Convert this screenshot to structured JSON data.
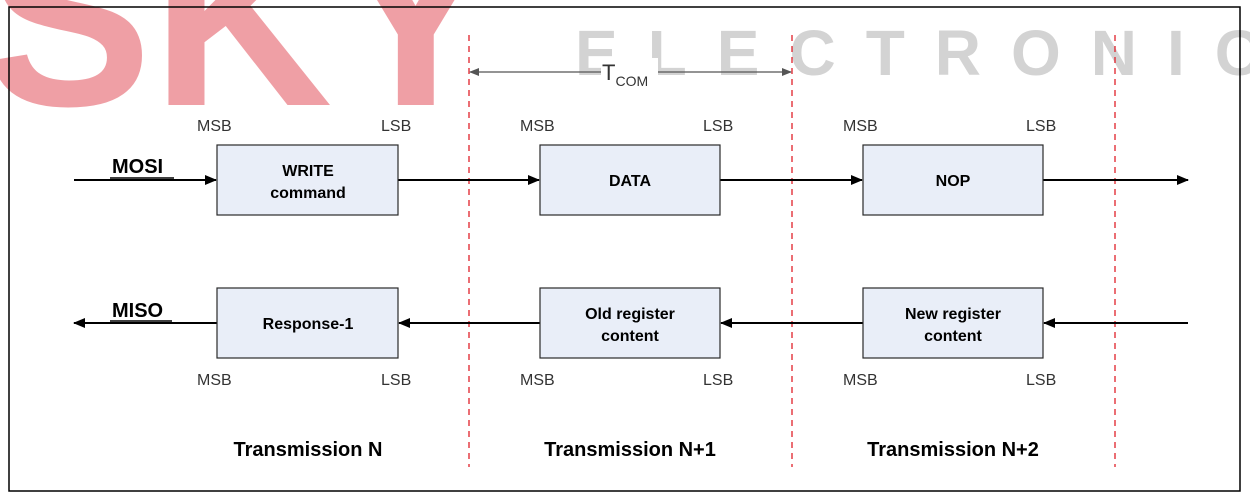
{
  "watermark": {
    "brand_big": "SKY",
    "brand_small": "ELECTRONIC",
    "colors": {
      "big": "#e5606a",
      "small": "#bdbdbd"
    }
  },
  "timing": {
    "symbol": "T",
    "subscript": "COM"
  },
  "mosi": {
    "signal": "MOSI",
    "frames": [
      {
        "lines": [
          "WRITE",
          "command"
        ],
        "msb": "MSB",
        "lsb": "LSB"
      },
      {
        "lines": [
          "DATA"
        ],
        "msb": "MSB",
        "lsb": "LSB"
      },
      {
        "lines": [
          "NOP"
        ],
        "msb": "MSB",
        "lsb": "LSB"
      }
    ]
  },
  "miso": {
    "signal": "MISO",
    "frames": [
      {
        "lines": [
          "Response-1"
        ],
        "msb": "MSB",
        "lsb": "LSB"
      },
      {
        "lines": [
          "Old register",
          "content"
        ],
        "msb": "MSB",
        "lsb": "LSB"
      },
      {
        "lines": [
          "New register",
          "content"
        ],
        "msb": "MSB",
        "lsb": "LSB"
      }
    ]
  },
  "transmissions": [
    "Transmission N",
    "Transmission N+1",
    "Transmission N+2"
  ],
  "colors": {
    "box_fill": "#e9eef8",
    "box_stroke": "#2a2a2a",
    "divider": "#e0202a",
    "line": "#000000"
  }
}
